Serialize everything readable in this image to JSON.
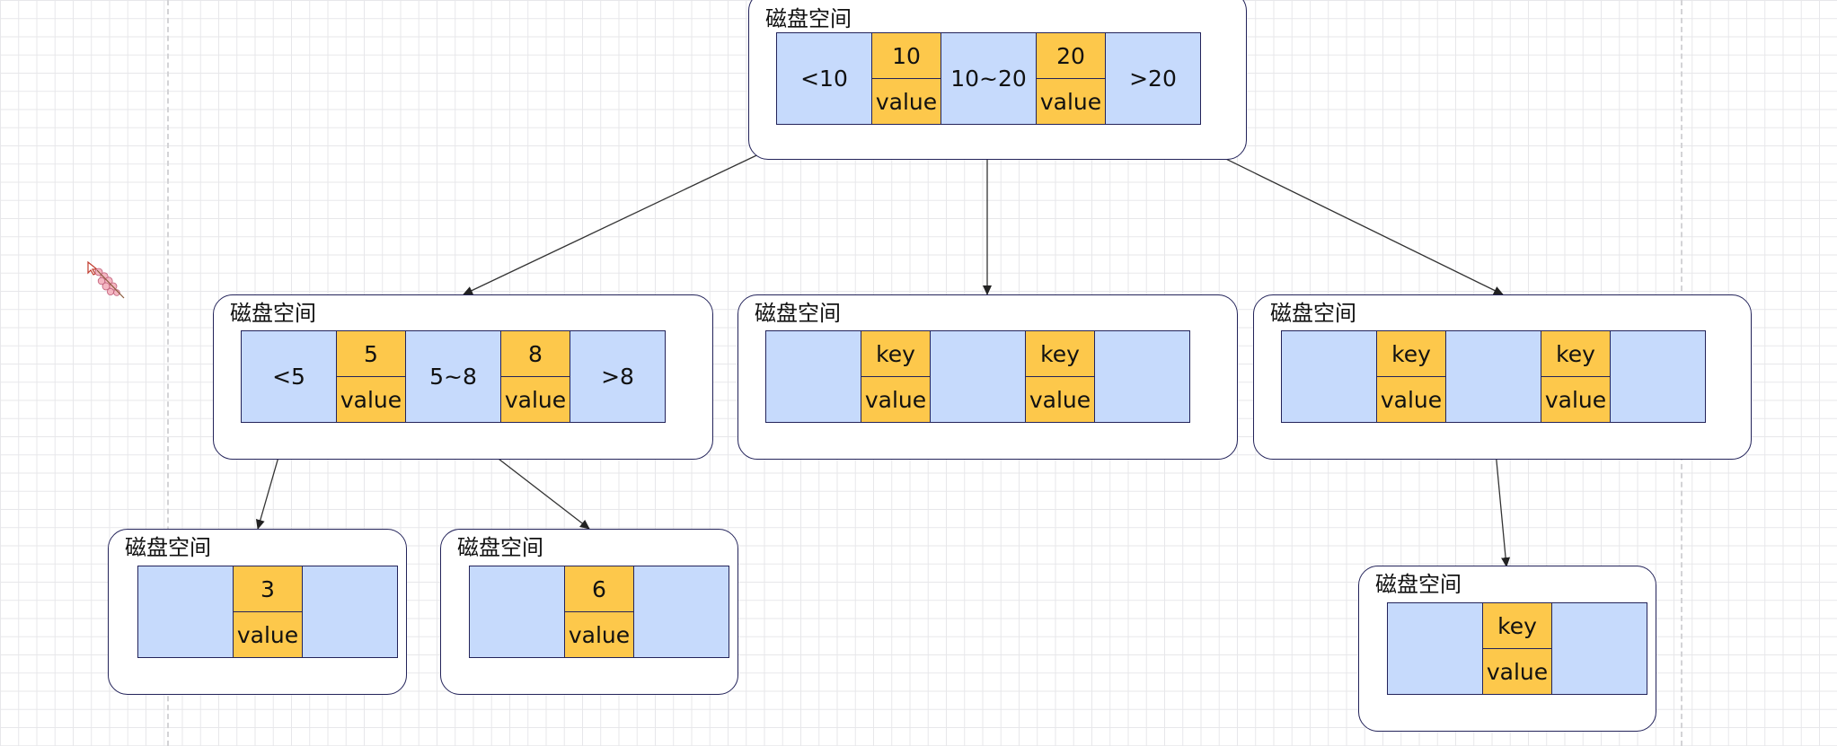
{
  "diagram": {
    "title": "",
    "node_label": "磁盘空间",
    "nodes": {
      "root": {
        "label": "磁盘空间",
        "pointers": [
          "<10",
          "10~20",
          ">20"
        ],
        "entries": [
          {
            "key": "10",
            "value": "value"
          },
          {
            "key": "20",
            "value": "value"
          }
        ]
      },
      "level1_left": {
        "label": "磁盘空间",
        "pointers": [
          "<5",
          "5~8",
          ">8"
        ],
        "entries": [
          {
            "key": "5",
            "value": "value"
          },
          {
            "key": "8",
            "value": "value"
          }
        ]
      },
      "level1_middle": {
        "label": "磁盘空间",
        "pointers": [
          "",
          "",
          ""
        ],
        "entries": [
          {
            "key": "key",
            "value": "value"
          },
          {
            "key": "key",
            "value": "value"
          }
        ]
      },
      "level1_right": {
        "label": "磁盘空间",
        "pointers": [
          "",
          "",
          ""
        ],
        "entries": [
          {
            "key": "key",
            "value": "value"
          },
          {
            "key": "key",
            "value": "value"
          }
        ]
      },
      "leaf_3": {
        "label": "磁盘空间",
        "pointers": [
          "",
          ""
        ],
        "entries": [
          {
            "key": "3",
            "value": "value"
          }
        ]
      },
      "leaf_6": {
        "label": "磁盘空间",
        "pointers": [
          "",
          ""
        ],
        "entries": [
          {
            "key": "6",
            "value": "value"
          }
        ]
      },
      "leaf_right": {
        "label": "磁盘空间",
        "pointers": [
          "",
          ""
        ],
        "entries": [
          {
            "key": "key",
            "value": "value"
          }
        ]
      }
    },
    "edges": [
      {
        "from": "root.pointer.<10",
        "to": "level1_left"
      },
      {
        "from": "root.pointer.10~20",
        "to": "level1_middle"
      },
      {
        "from": "root.pointer.>20",
        "to": "level1_right"
      },
      {
        "from": "level1_left.pointer.<5",
        "to": "leaf_3"
      },
      {
        "from": "level1_left.pointer.5~8",
        "to": "leaf_6"
      },
      {
        "from": "level1_right.pointer.2",
        "to": "leaf_right"
      }
    ],
    "colors": {
      "pointer_cell": "#c6dafc",
      "key_value_cell": "#fdc84b",
      "border": "#23235a",
      "edge": "#333333"
    }
  }
}
